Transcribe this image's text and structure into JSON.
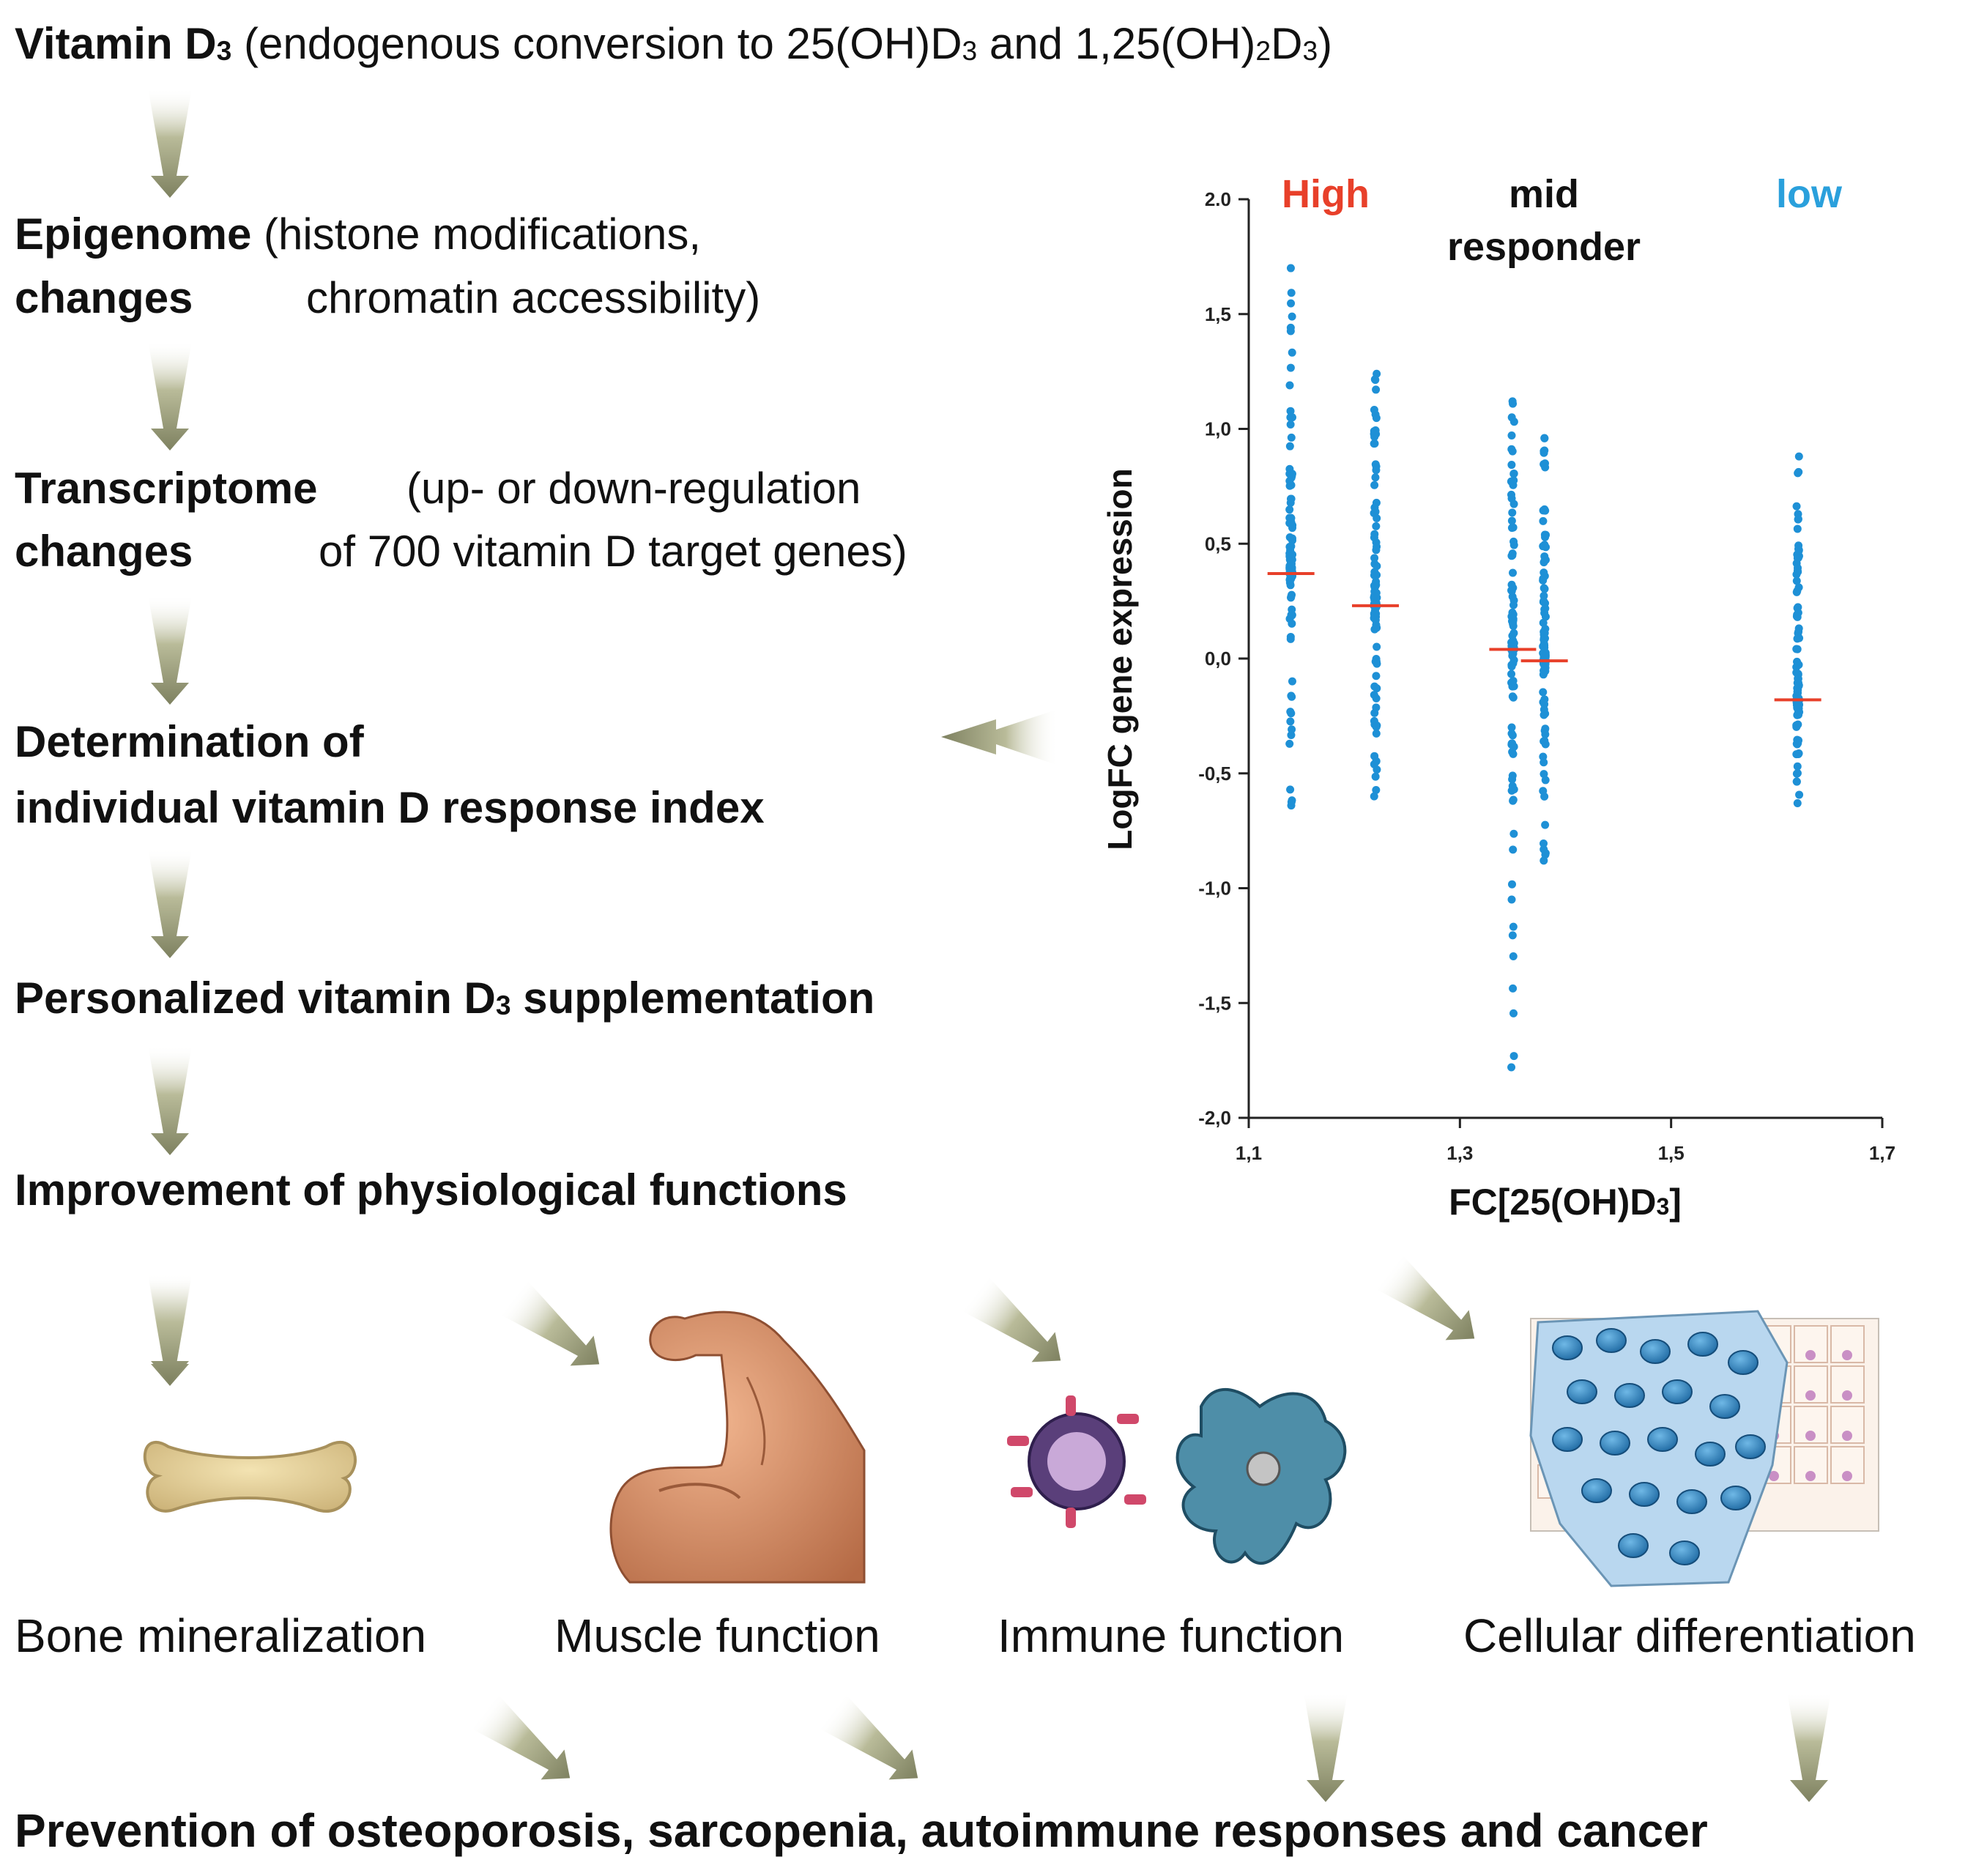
{
  "steps": {
    "vitamin": {
      "bold": "Vitamin D",
      "sub": "3",
      "rest": " (endogenous conversion to 25(OH)D",
      "rest_sub": "3",
      "rest2": " and 1,25(OH)",
      "rest2_sub": "2",
      "rest3": "D",
      "rest3_sub": "3",
      "rest4": ")"
    },
    "epigenome": {
      "line1_bold": "Epigenome",
      "line1_rest": " (histone modifications,",
      "line2_bold": "changes",
      "line2_rest": "chromatin accessibility)"
    },
    "transcriptome": {
      "line1_bold": "Transcriptome",
      "line1_rest": "(up- or down-regulation",
      "line2_bold": "changes",
      "line2_rest": "of 700 vitamin D target genes)"
    },
    "determination": {
      "line1": "Determination of",
      "line2": "individual vitamin D response index"
    },
    "personalized": {
      "text": "Personalized vitamin D",
      "sub": "3",
      "rest": " supplementation"
    },
    "improvement": {
      "text": "Improvement of physiological functions"
    }
  },
  "functions": [
    {
      "label": "Bone mineralization",
      "icon": "bone-icon"
    },
    {
      "label": "Muscle function",
      "icon": "flexed-arm-icon"
    },
    {
      "label": "Immune function",
      "icon": "immune-cells-icon"
    },
    {
      "label": "Cellular differentiation",
      "icon": "cell-tissue-icon"
    }
  ],
  "final": {
    "text": "Prevention of osteoporosis, sarcopenia, autoimmune responses and cancer"
  },
  "colors": {
    "arrow": "#8c8f6a",
    "points": "#1e90d6",
    "median": "#e8402a",
    "high": "#e8402a",
    "low": "#2aa0dc"
  },
  "chart_data": {
    "type": "scatter",
    "xlabel_main": "FC[25(OH)D",
    "xlabel_sub": "3",
    "xlabel_end": "]",
    "ylabel": "LogFC gene expression",
    "xlim": [
      1.1,
      1.7
    ],
    "ylim": [
      -2.0,
      2.0
    ],
    "xticks": [
      "1,1",
      "1,3",
      "1,5",
      "1,7"
    ],
    "yticks": [
      "2.0",
      "1,5",
      "1,0",
      "0,5",
      "0,0",
      "-0,5",
      "-1,0",
      "-1,5",
      "-2,0"
    ],
    "group_labels": {
      "high": "High",
      "mid_line1": "mid",
      "mid_line2": "responder",
      "low": "low"
    },
    "series": [
      {
        "x": 1.14,
        "min": -0.64,
        "max": 1.7,
        "median": 0.37,
        "group": "high"
      },
      {
        "x": 1.22,
        "min": -0.6,
        "max": 1.24,
        "median": 0.23,
        "group": "high"
      },
      {
        "x": 1.35,
        "min": -1.78,
        "max": 1.12,
        "median": 0.04,
        "group": "mid"
      },
      {
        "x": 1.38,
        "min": -0.88,
        "max": 0.96,
        "median": -0.01,
        "group": "mid"
      },
      {
        "x": 1.62,
        "min": -0.63,
        "max": 0.88,
        "median": -0.18,
        "group": "low"
      }
    ]
  }
}
